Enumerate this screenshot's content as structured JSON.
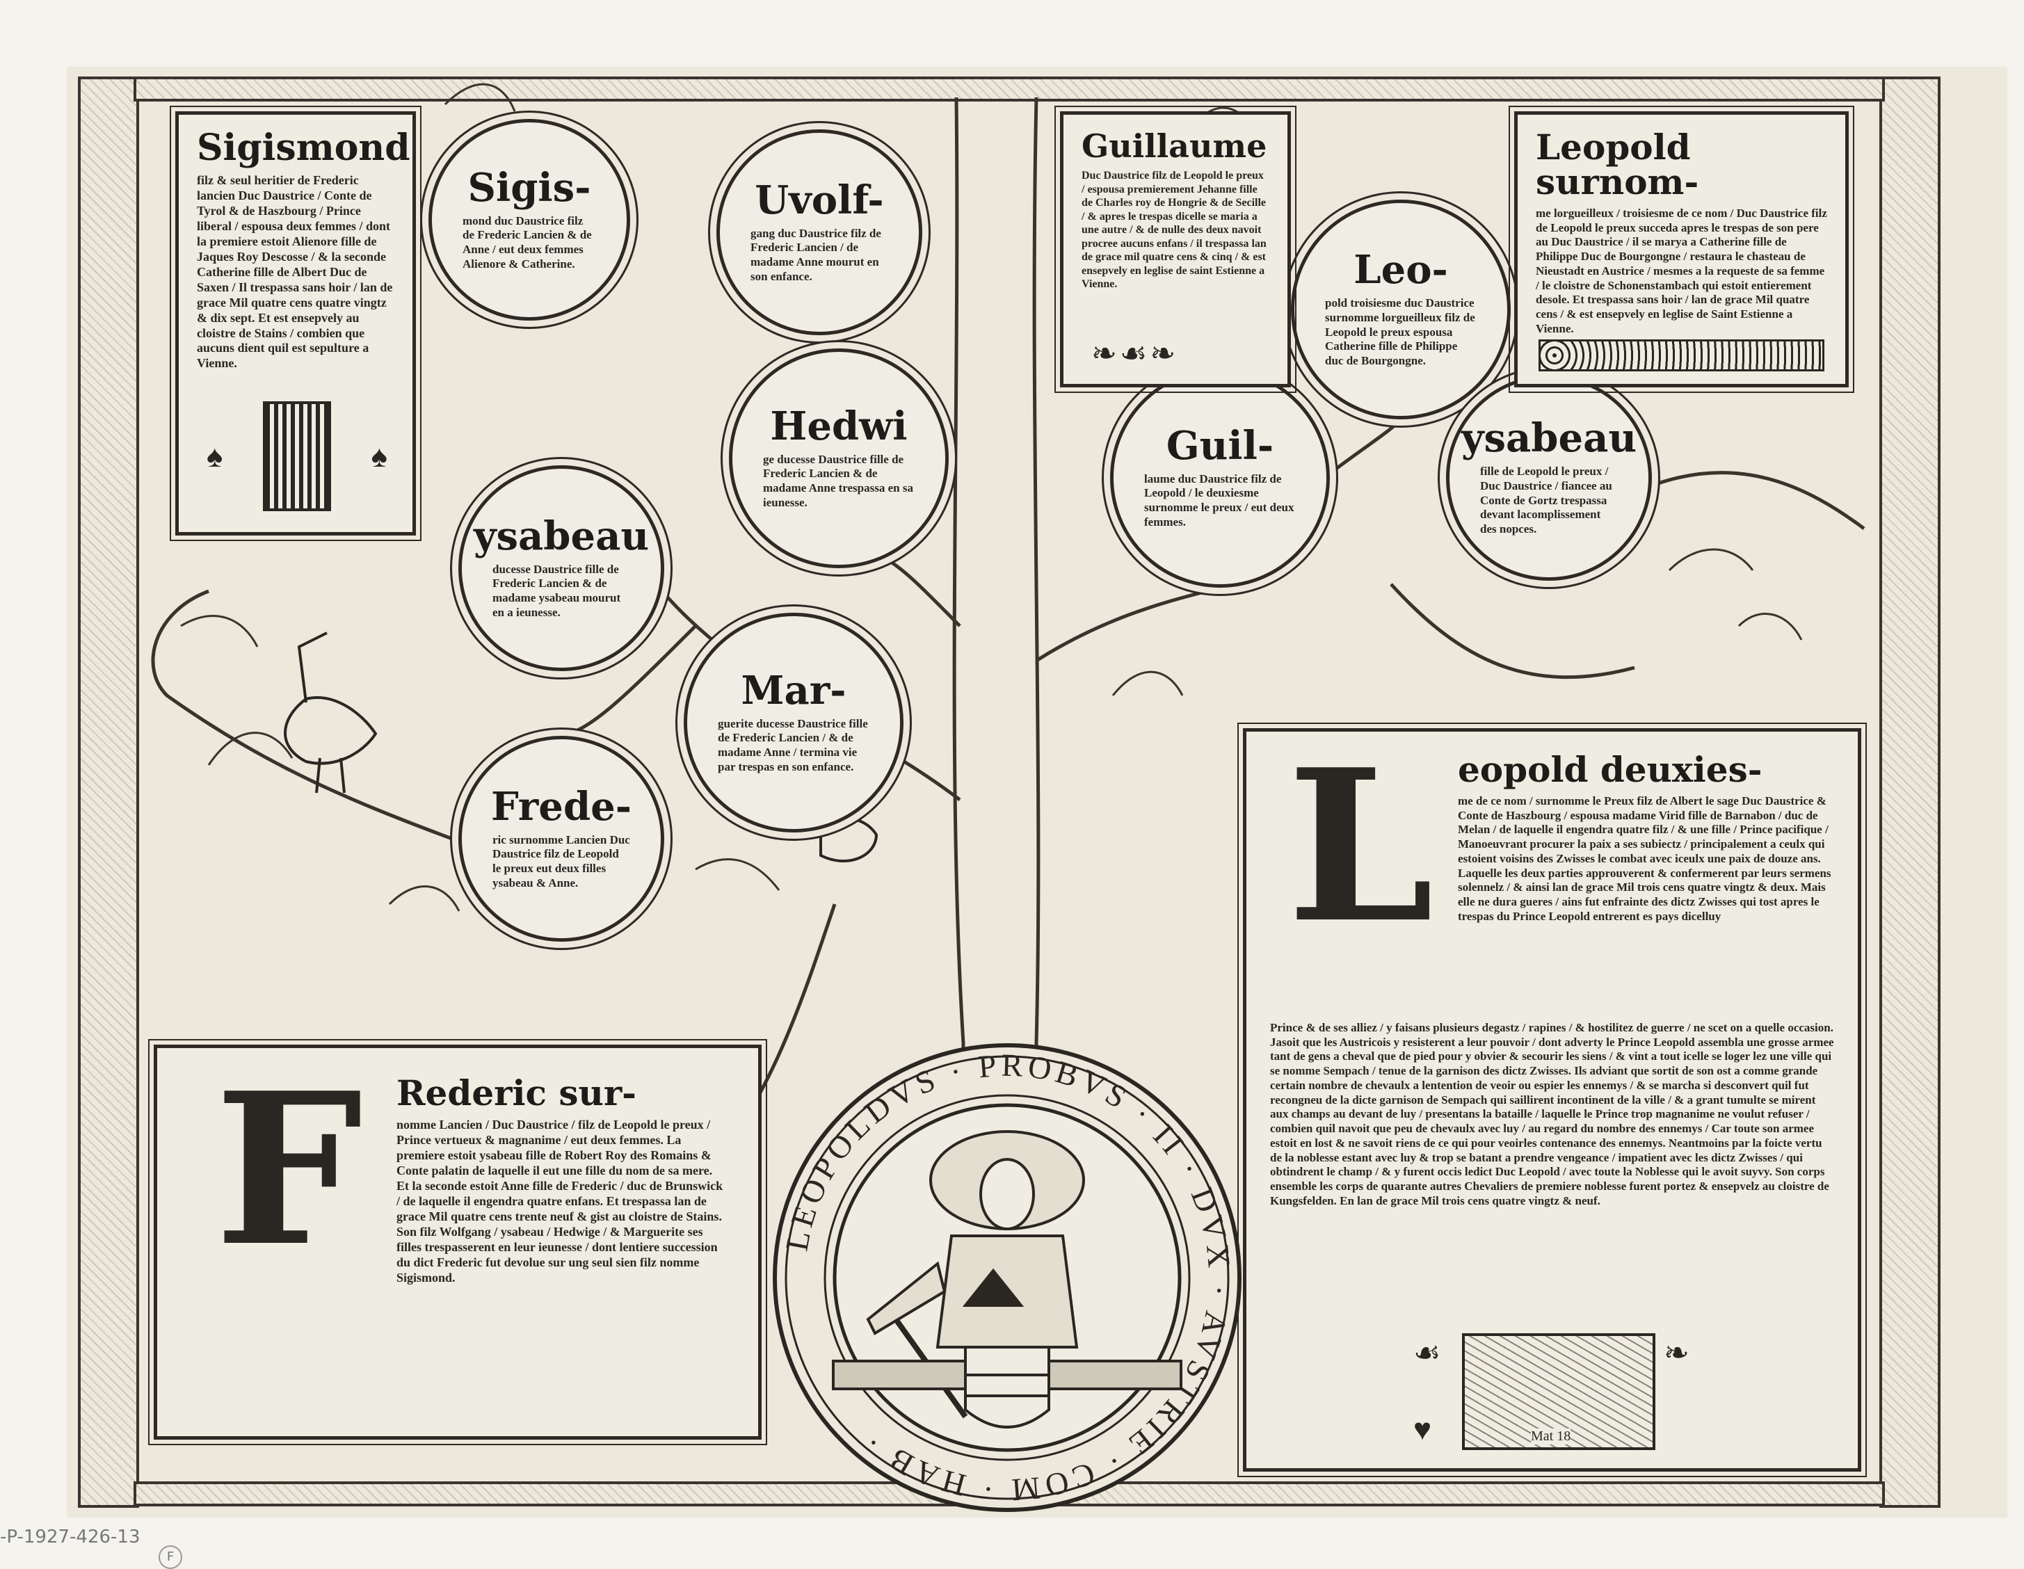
{
  "sigismond_box": {
    "title": "Sigismond",
    "text": "filz & seul heritier de Frederic lancien Duc Daustrice / Conte de Tyrol & de Haszbourg / Prince liberal / espousa deux femmes / dont la premiere estoit Alienore fille de Jaques Roy Descosse / & la seconde Catherine fille de Albert Duc de Saxen / Il trespassa sans hoir / lan de grace Mil quatre cens quatre vingtz & dix sept. Et est ensepvely au cloistre de Stains / combien que aucuns dient quil est sepulture a Vienne."
  },
  "circles": [
    {
      "title": "Sigis-",
      "text": "mond duc Daustrice filz de Frederic Lancien & de Anne / eut deux femmes Alienore & Catherine."
    },
    {
      "title": "Uvolf-",
      "text": "gang duc Daustrice filz de Frederic Lancien / de madame Anne mourut en son enfance."
    },
    {
      "title": "Hedwi",
      "text": "ge ducesse Daustrice fille de Frederic Lancien & de madame Anne trespassa en sa ieunesse."
    },
    {
      "title": "ysabeau",
      "text": "ducesse Daustrice fille de Frederic Lancien & de madame ysabeau mourut en a ieunesse."
    },
    {
      "title": "Mar-",
      "text": "guerite ducesse Daustrice fille de Frederic Lancien / & de madame Anne / termina vie par trespas en son enfance."
    },
    {
      "title": "Frede-",
      "text": "ric surnomme Lancien Duc Daustrice filz de Leopold le preux eut deux filles ysabeau & Anne."
    },
    {
      "title": "Leo-",
      "text": "pold troisiesme duc Daustrice surnomme lorgueilleux filz de Leopold le preux espousa Catherine fille de Philippe duc de Bourgongne."
    },
    {
      "title": "Guil-",
      "text": "laume duc Daustrice filz de Leopold / le deuxiesme surnomme le preux / eut deux femmes."
    },
    {
      "title": "ysabeau",
      "text": "fille de Leopold le preux / Duc Daustrice / fiancee au Conte de Gortz trespassa devant lacomplissement des nopces."
    }
  ],
  "guillaume_box": {
    "title": "Guillaume",
    "text": "Duc Daustrice filz de Leopold le preux / espousa premierement Jehanne fille de Charles roy de Hongrie & de Secille / & apres le trespas dicelle se maria a une autre / & de nulle des deux navoit procree aucuns enfans / il trespassa lan de grace mil quatre cens & cinq / & est ensepvely en leglise de saint Estienne a Vienne."
  },
  "leopold_surnom_box": {
    "title": "Leopold surnom-",
    "text": "me lorgueilleux / troisiesme de ce nom / Duc Daustrice filz de Leopold le preux succeda apres le trespas de son pere au Duc Daustrice / il se marya a Catherine fille de Philippe Duc de Bourgongne / restaura le chasteau de Nieustadt en Austrice / mesmes a la requeste de sa femme / le cloistre de Schonenstambach qui estoit entierement desole. Et trespassa sans hoir / lan de grace Mil quatre cens / & est ensepvely en leglise de Saint Estienne a Vienne."
  },
  "leopold_deux_box": {
    "initial": "L",
    "title": "eopold deuxies-",
    "text_top": "me de ce nom / surnomme le Preux filz de Albert le sage Duc Daustrice & Conte de Haszbourg / espousa madame Virid fille de Barnabon / duc de Melan / de laquelle il engendra quatre filz / & une fille / Prince pacifique / Manoeuvrant procurer la paix a ses subiectz / principalement a ceulx qui estoient voisins des Zwisses le combat avec iceulx une paix de douze ans. Laquelle les deux parties approuverent & confermerent par leurs sermens solennelz / & ainsi lan de grace Mil trois cens quatre vingtz & deux. Mais elle ne dura gueres / ains fut enfrainte des dictz Zwisses qui tost apres le trespas du Prince Leopold entrerent es pays dicelluy",
    "text_bottom": "Prince & de ses alliez / y faisans plusieurs degastz / rapines / & hostilitez de guerre / ne scet on a quelle occasion. Jasoit que les Austricois y resisterent a leur pouvoir / dont adverty le Prince Leopold assembla une grosse armee tant de gens a cheval que de pied pour y obvier & secourir les siens / & vint a tout icelle se loger lez une ville qui se nomme Sempach / tenue de la garnison des dictz Zwisses. Ils adviant que sortit de son ost a comme grande certain nombre de chevaulx a lentention de veoir ou espier les ennemys / & se marcha si desconvert quil fut recongneu de la dicte garnison de Sempach qui saillirent incontinent de la ville / & a grant tumulte se mirent aux champs au devant de luy / presentans la bataille / laquelle le Prince trop magnanime ne voulut refuser / combien quil navoit que peu de chevaulx avec luy / au regard du nombre des ennemys / Car toute son armee estoit en lost & ne savoit riens de ce qui pour veoirles contenance des ennemys. Neantmoins par la foicte vertu de la noblesse estant avec luy & trop se batant a prendre vengeance / impatient avec les dictz Zwisses / qui obtindrent le champ / & y furent occis ledict Duc Leopold / avec toute la Noblesse qui le avoit suyvy. Son corps ensemble les corps de quarante autres Chevaliers de premiere noblesse furent portez & ensepvelz au cloistre de Kungsfelden. En lan de grace Mil trois cens quatre vingtz & neuf.",
    "woodcut_label": "Mat 18"
  },
  "frederic_box": {
    "initial": "F",
    "title": "Rederic sur-",
    "text": "nomme Lancien / Duc Daustrice / filz de Leopold le preux / Prince vertueux & magnanime / eut deux femmes. La premiere estoit ysabeau fille de Robert Roy des Romains & Conte palatin de laquelle il eut une fille du nom de sa mere. Et la seconde estoit Anne fille de Frederic / duc de Brunswick / de laquelle il engendra quatre enfans. Et trespassa lan de grace Mil quatre cens trente neuf & gist au cloistre de Stains. Son filz Wolfgang / ysabeau / Hedwige / & Marguerite ses filles trespasserent en leur ieunesse / dont lentiere succession du dict Frederic fut devolue sur ung seul sien filz nomme Sigismond."
  },
  "medallion": {
    "inscription": "LEOPOLDVS · PROBVS · II · DVX · AVSTRIE · COM · HAB ·"
  },
  "inventory_note": {
    "text": "-P-1927-426-13",
    "circled_letter": "F"
  },
  "colors": {
    "paper": "#ece8dc",
    "ink": "#2a2622",
    "margin": "#f5f3ee"
  }
}
